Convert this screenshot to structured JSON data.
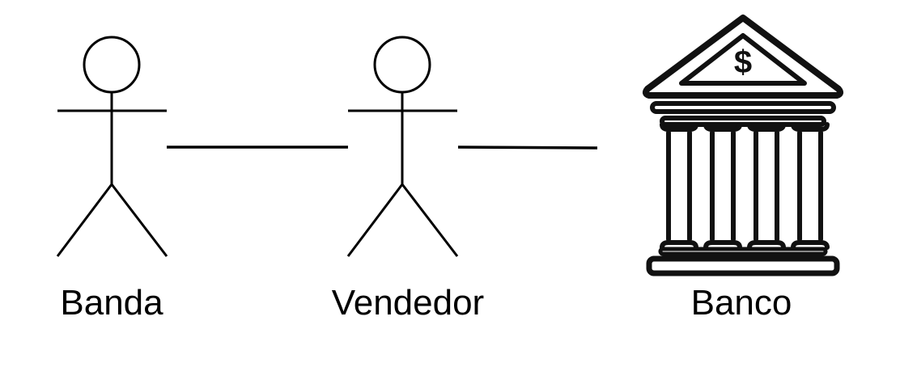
{
  "diagram": {
    "actors": [
      {
        "id": "banda",
        "label": "Banda",
        "icon": "stick-figure-icon"
      },
      {
        "id": "vendedor",
        "label": "Vendedor",
        "icon": "stick-figure-icon"
      },
      {
        "id": "banco",
        "label": "Banco",
        "icon": "bank-building-icon"
      }
    ],
    "connections": [
      {
        "from": "banda",
        "to": "vendedor"
      },
      {
        "from": "vendedor",
        "to": "banco"
      }
    ],
    "bank_symbol": "$",
    "colors": {
      "stroke": "#000000",
      "background": "#ffffff"
    }
  }
}
